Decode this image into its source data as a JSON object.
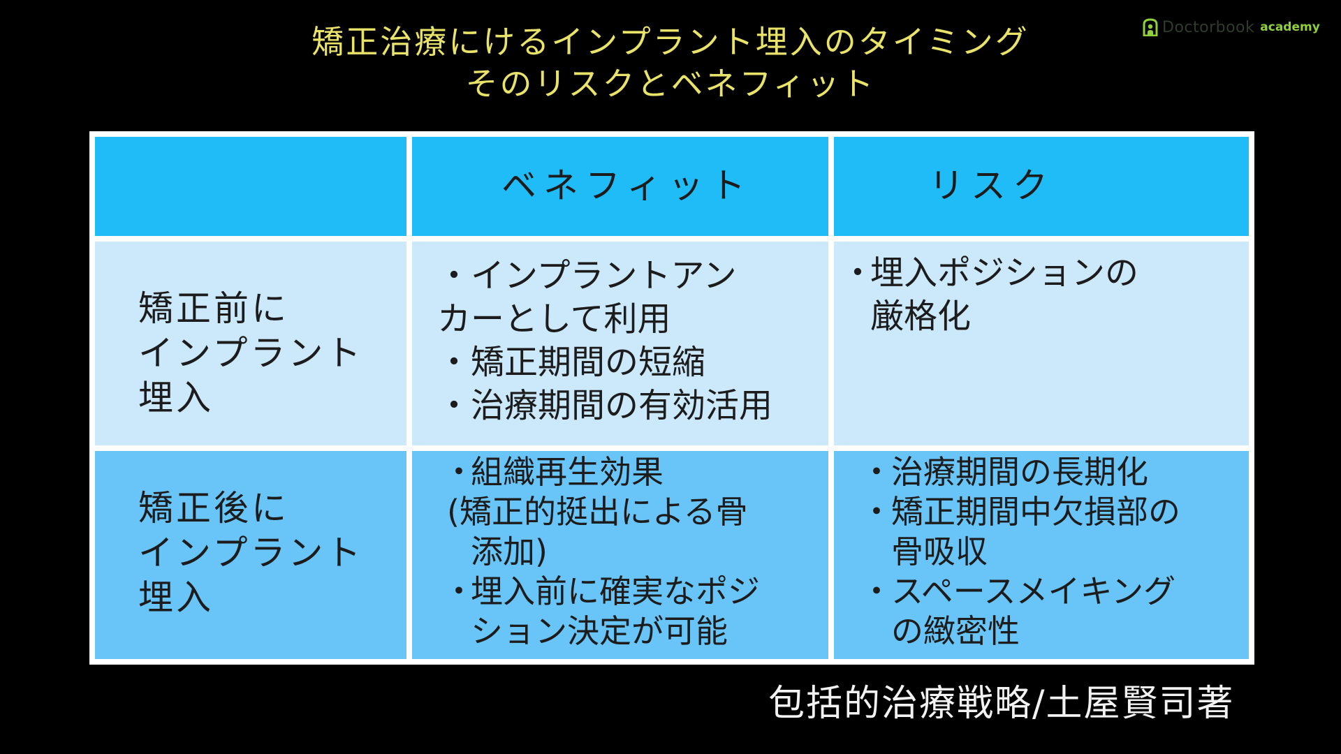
{
  "title": {
    "line1": "矯正治療にけるインプラント埋入のタイミング",
    "line2": "そのリスクとベネフィット"
  },
  "logo": {
    "name": "Doctorbook",
    "sub": "academy",
    "icon": "doctorbook-logo-icon"
  },
  "table": {
    "headers": {
      "blank": "",
      "benefit": "ベネフィット",
      "risk": "リスク"
    },
    "rows": [
      {
        "label_lines": [
          "矯正前に",
          "インプラント",
          "埋入"
        ],
        "benefit_items": [
          {
            "bullet": "・",
            "lines": [
              "インプラントアン",
              "カーとして利用"
            ]
          },
          {
            "bullet": "・",
            "lines": [
              "矯正期間の短縮"
            ]
          },
          {
            "bullet": "・",
            "lines": [
              "治療期間の有効活用"
            ]
          }
        ],
        "risk_items": [
          {
            "bullet": "・",
            "lines": [
              "埋入ポジションの",
              "厳格化"
            ]
          }
        ]
      },
      {
        "label_lines": [
          "矯正後に",
          "インプラント",
          "埋入"
        ],
        "benefit_items": [
          {
            "bullet": "・",
            "lines": [
              "組織再生効果",
              "(矯正的挺出による骨",
              "添加)"
            ]
          },
          {
            "bullet": "・",
            "lines": [
              "埋入前に確実なポジ",
              "ション決定が可能"
            ]
          }
        ],
        "risk_items": [
          {
            "bullet": "・",
            "lines": [
              "治療期間の長期化"
            ]
          },
          {
            "bullet": "・",
            "lines": [
              "矯正期間中欠損部の",
              "骨吸収"
            ]
          },
          {
            "bullet": "・",
            "lines": [
              "スペースメイキング",
              "の緻密性"
            ]
          }
        ]
      }
    ]
  },
  "caption": "包括的治療戦略/土屋賢司著",
  "colors": {
    "background": "#000000",
    "title": "#e9e36a",
    "header_fill": "#1fbcf7",
    "row1_fill": "#cce8fb",
    "row2_fill": "#69c4f7",
    "grid": "#ffffff"
  }
}
